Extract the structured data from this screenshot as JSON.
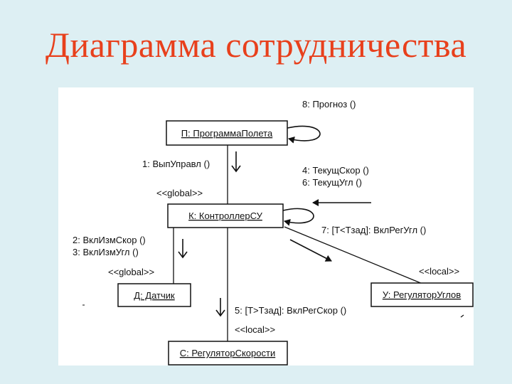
{
  "title": "Диаграмма сотрудничества",
  "objects": {
    "program": "П: ПрограммаПолета",
    "controller": "К: КонтроллерСУ",
    "sensor": "Д: Датчик",
    "angle_regulator": "У: РегуляторУглов",
    "speed_regulator": "С: РегуляторСкорости"
  },
  "messages": {
    "m8": "8: Прогноз ()",
    "m1": "1: ВыпУправл ()",
    "m4": "4: ТекущСкор ()",
    "m6": "6: ТекущУгл ()",
    "m2": "2: ВклИзмСкор ()",
    "m3": "3: ВклИзмУгл ()",
    "m7": "7: [Т<Тзад]: ВклРегУгл ()",
    "m5": "5: [Т>Тзад]: ВклРегСкор ()"
  },
  "stereotypes": {
    "global_program_controller": "<<global>>",
    "global_controller_sensor": "<<global>>",
    "local_controller_angle": "<<local>>",
    "local_controller_speed": "<<local>>"
  },
  "colors": {
    "background": "#ddeff3",
    "title": "#e8401c",
    "panel": "#ffffff",
    "ink": "#111111"
  }
}
